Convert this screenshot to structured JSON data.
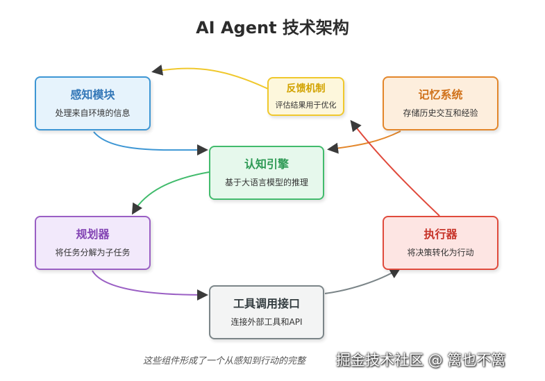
{
  "title": "AI Agent 技术架构",
  "nodes": {
    "perception": {
      "title": "感知模块",
      "desc": "处理来自环境的信息"
    },
    "feedback": {
      "title": "反馈机制",
      "desc": "评估结果用于优化"
    },
    "memory": {
      "title": "记忆系统",
      "desc": "存储历史交互和经验"
    },
    "cognition": {
      "title": "认知引擎",
      "desc": "基于大语言模型的推理"
    },
    "planner": {
      "title": "规划器",
      "desc": "将任务分解为子任务"
    },
    "executor": {
      "title": "执行器",
      "desc": "将决策转化为行动"
    },
    "tools": {
      "title": "工具调用接口",
      "desc": "连接外部工具和API"
    }
  },
  "colors": {
    "perception": "#3d96d4",
    "feedback": "#f0c82c",
    "memory": "#e3862a",
    "cognition": "#41bb6c",
    "planner": "#9a5fc4",
    "executor": "#e04a3c",
    "tools": "#7b8588"
  },
  "caption": "这些组件形成了一个从感知到行动的完整",
  "watermark": "掘金技术社区 @ 篱也不篱"
}
